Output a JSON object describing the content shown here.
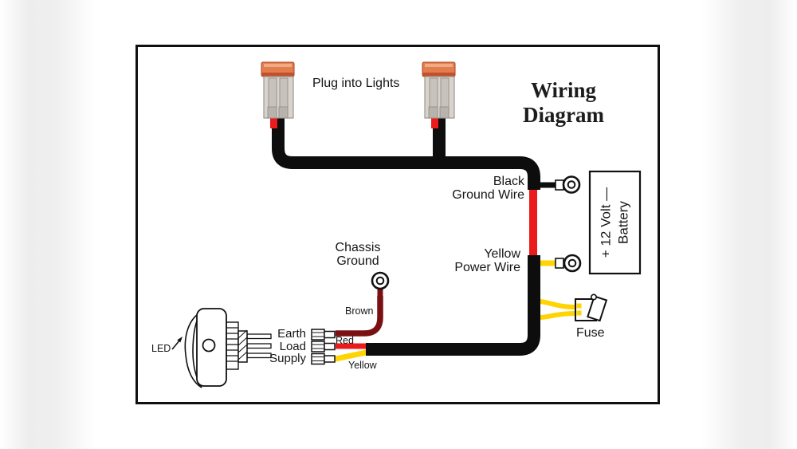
{
  "colors": {
    "wire_black": "#0d0d0d",
    "wire_red": "#ec1b1b",
    "wire_brown": "#7b1013",
    "wire_yellow": "#ffd400",
    "connector_cap": "#e27d50",
    "connector_cap_highlight": "#f2aa80",
    "connector_cap_stripe": "#c2512b",
    "connector_body": "#d8d4cd",
    "connector_groove": "#c7c3bc",
    "outline": "#111111"
  },
  "diagram": {
    "title_line1": "Wiring",
    "title_line2": "Diagram",
    "plug_label": "Plug into Lights",
    "black_ground_line1": "Black",
    "black_ground_line2": "Ground Wire",
    "yellow_power_line1": "Yellow",
    "yellow_power_line2": "Power Wire",
    "chassis_line1": "Chassis",
    "chassis_line2": "Ground",
    "battery_line1": "+ 12 Volt —",
    "battery_line2": "Battery",
    "led_label": "LED",
    "terminal_earth": "Earth",
    "terminal_load": "Load",
    "terminal_supply": "Supply",
    "wire_brown_label": "Brown",
    "wire_red_label": "Red",
    "wire_yellow_label": "Yellow",
    "fuse_label": "Fuse"
  }
}
